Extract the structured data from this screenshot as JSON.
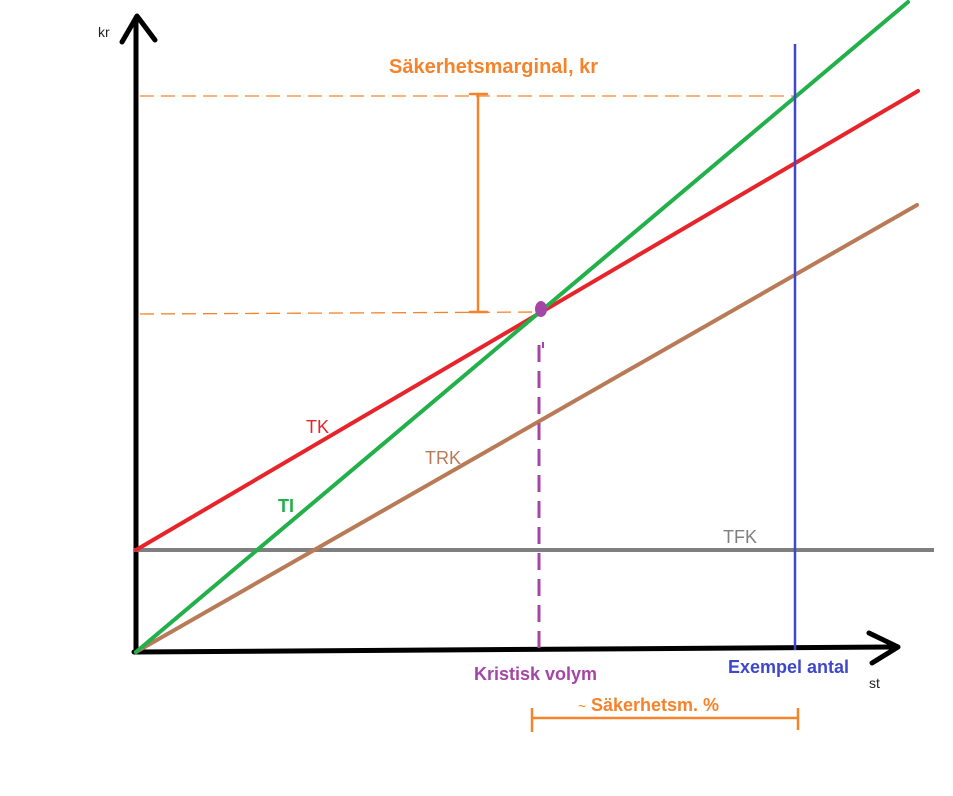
{
  "axes": {
    "y_label": "kr",
    "x_label": "st"
  },
  "lines": {
    "tk": {
      "label": "TK",
      "color": "#e8242b"
    },
    "ti": {
      "label": "TI",
      "color": "#22b04a"
    },
    "trk": {
      "label": "TRK",
      "color": "#b97a57"
    },
    "tfk": {
      "label": "TFK",
      "color": "#7f7f7f"
    }
  },
  "annotations": {
    "margin_kr": "Säkerhetsmarginal, kr",
    "critical_volume": "Kristisk volym",
    "example_quantity": "Exempel antal",
    "margin_percent": "Säkerhetsm. %",
    "margin_percent_prefix": "~"
  },
  "colors": {
    "orange": "#f5832b",
    "purple": "#a545a5",
    "blue": "#3f48cc",
    "axis": "#000000"
  }
}
